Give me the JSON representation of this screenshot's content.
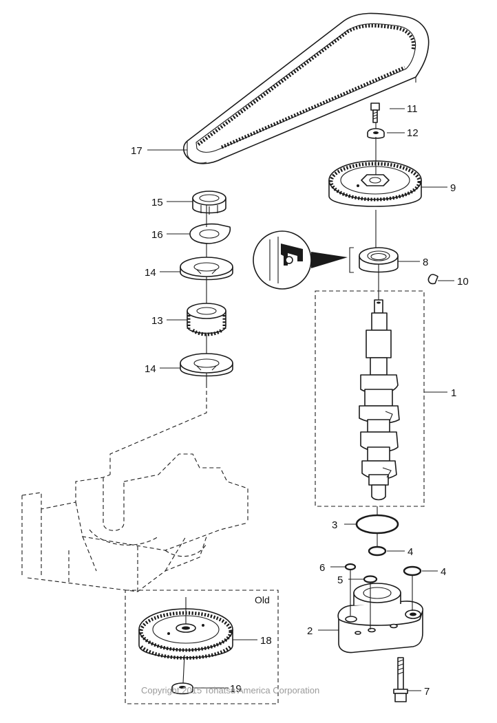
{
  "callouts": {
    "c1": "1",
    "c2": "2",
    "c3": "3",
    "c4a": "4",
    "c4b": "4",
    "c5": "5",
    "c6": "6",
    "c7": "7",
    "c8": "8",
    "c9": "9",
    "c10": "10",
    "c11": "11",
    "c12": "12",
    "c13": "13",
    "c14a": "14",
    "c14b": "14",
    "c15": "15",
    "c16": "16",
    "c17": "17",
    "c18": "18",
    "c19": "19"
  },
  "inset_label": "Old",
  "copyright": "Copyright 2015 Tohatsu America Corporation",
  "colors": {
    "line": "#1a1a1a",
    "background": "#ffffff",
    "watermark": "#9a9a9a"
  }
}
